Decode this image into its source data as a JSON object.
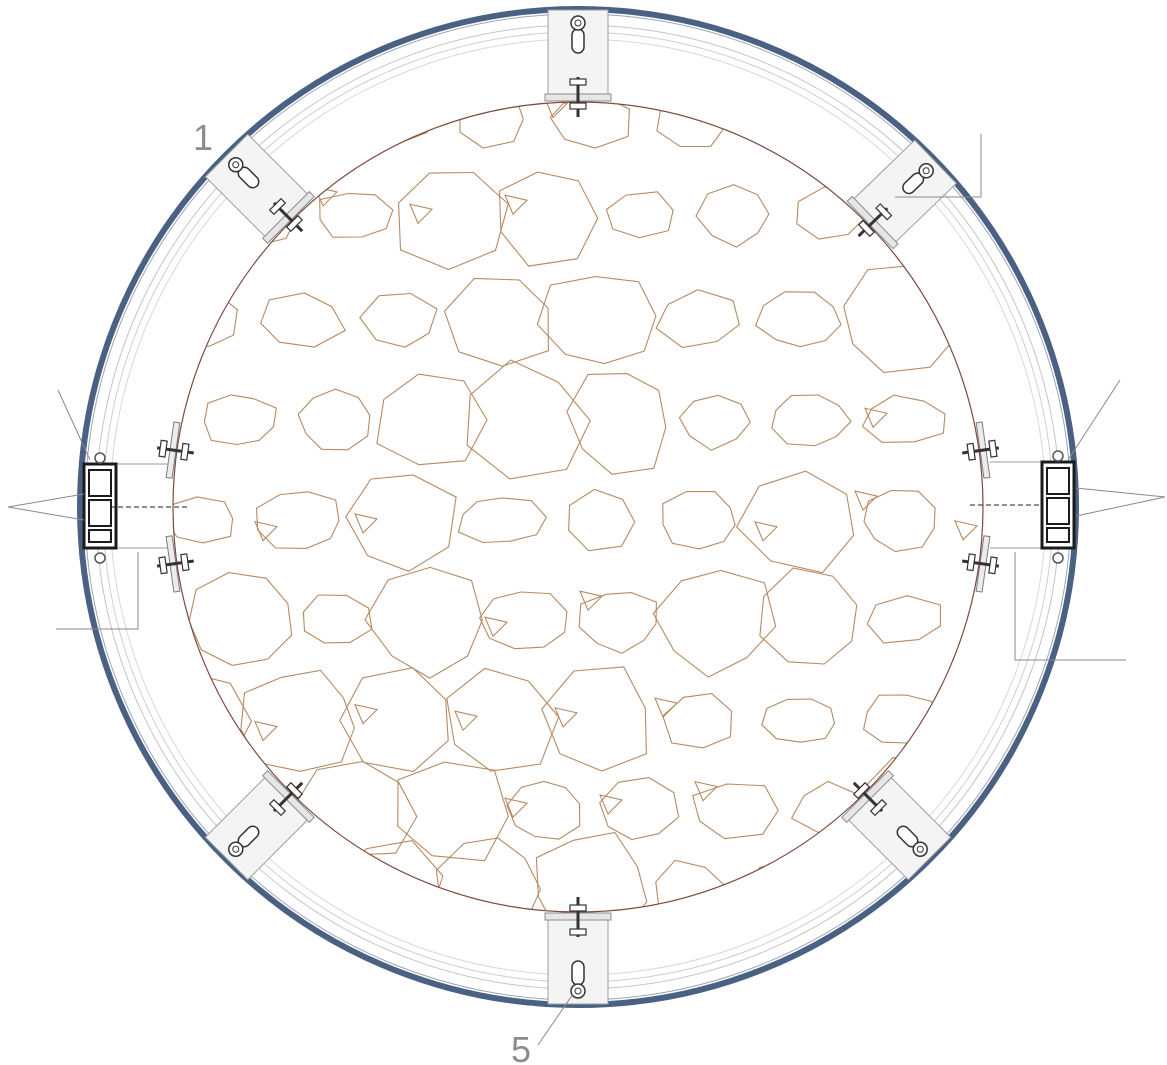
{
  "drawing": {
    "callouts": [
      {
        "id": "callout-1",
        "label": "1"
      },
      {
        "id": "callout-5",
        "label": "5"
      }
    ],
    "colors": {
      "outer_rim": "#4a6183",
      "ring_lines": "#b5b5b5",
      "stone_pattern": "#b78a62",
      "inner_circle": "#7b4a3e",
      "leader_lines": "#8a8a8a",
      "bracket_fill": "#f2f2f2",
      "hinge_dark": "#1b1b1b"
    },
    "pattern": "stone-mosaic",
    "brackets": [
      "top",
      "top-right",
      "right-upper",
      "right-lower",
      "bottom-right",
      "bottom",
      "bottom-left",
      "left-lower",
      "left-upper",
      "top-left"
    ],
    "hinges": [
      "left-hinge",
      "right-hinge"
    ]
  }
}
